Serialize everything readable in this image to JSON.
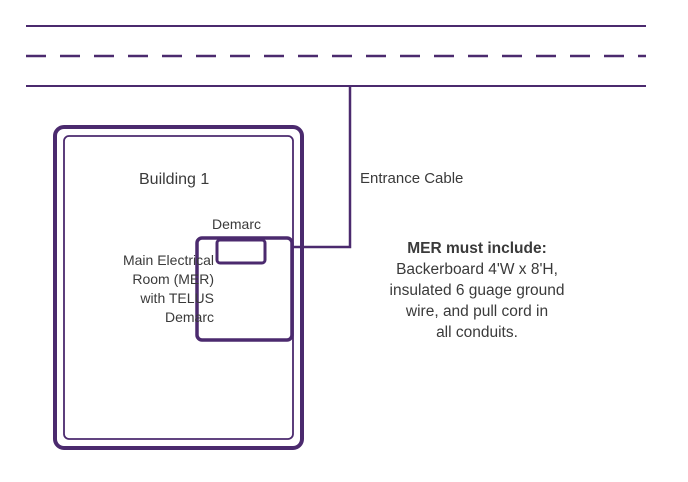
{
  "colors": {
    "accent": "#4b2a6e",
    "road": "#4b2a6e",
    "text": "#3a3a3a"
  },
  "labels": {
    "building": "Building 1",
    "demarc": "Demarc",
    "mer_lines": [
      "Main Electrical",
      "Room (MER)",
      "with TELUS",
      "Demarc"
    ],
    "entrance_cable": "Entrance Cable"
  },
  "note": {
    "title": "MER must include:",
    "lines": [
      "Backerboard 4'W x 8'H,",
      "insulated 6 guage ground",
      "wire, and pull cord in",
      "all conduits."
    ]
  }
}
